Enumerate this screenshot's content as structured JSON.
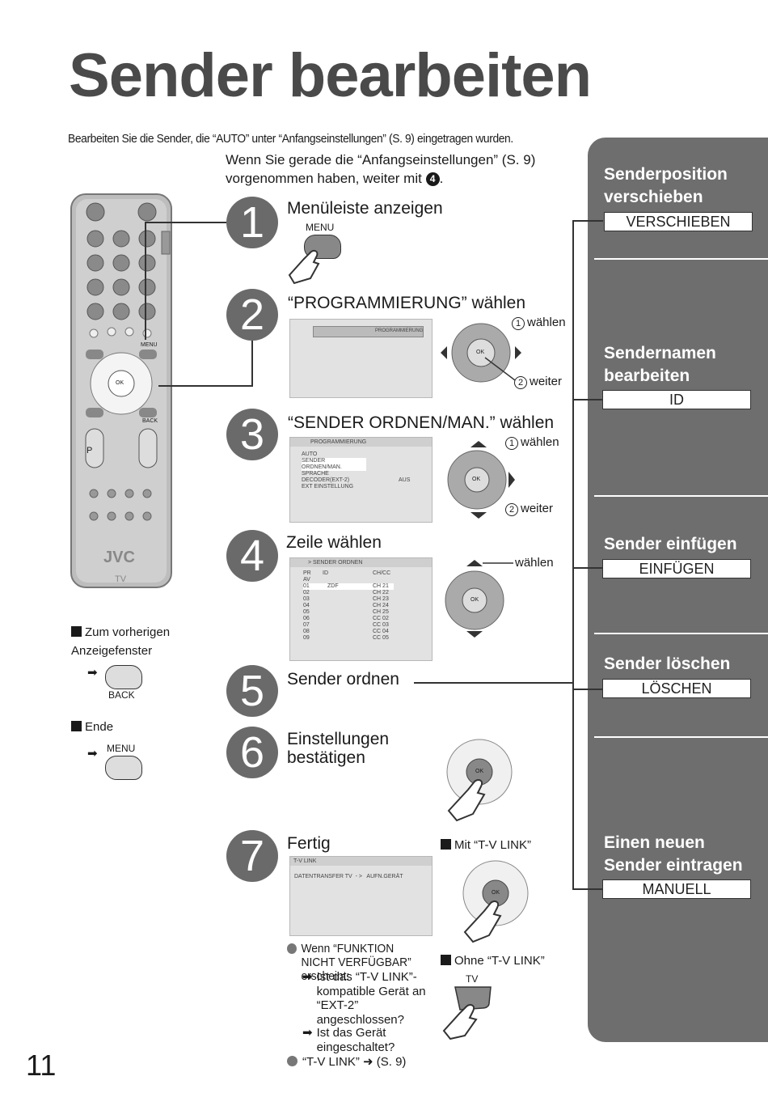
{
  "page": {
    "title": "Sender bearbeiten",
    "intro": "Bearbeiten Sie die Sender, die “AUTO” unter “Anfangseinstellungen” (S. 9) eingetragen wurden.",
    "intro2": "Wenn Sie gerade die “Anfangseinstellungen” (S. 9) vorgenommen haben, weiter mit",
    "intro2_badge": "4",
    "page_number": "11"
  },
  "remote": {
    "menu": "MENU",
    "ok": "OK",
    "back": "BACK",
    "p": "P",
    "brand": "JVC",
    "tv": "TV"
  },
  "left": {
    "prev_label": "Zum vorherigen Anzeigefenster",
    "prev_button": "BACK",
    "end_label": "Ende",
    "end_button": "MENU"
  },
  "steps": [
    {
      "num": "1",
      "title": "Menüleiste anzeigen",
      "button": "MENU"
    },
    {
      "num": "2",
      "title": "“PROGRAMMIERUNG” wählen",
      "screen_label": "PROGRAMMIERUNG",
      "a": "wählen",
      "b": "weiter",
      "ok": "OK"
    },
    {
      "num": "3",
      "title": "“SENDER ORDNEN/MAN.” wählen",
      "a": "wählen",
      "b": "weiter",
      "ok": "OK"
    },
    {
      "num": "4",
      "title": "Zeile wählen",
      "a": "wählen",
      "ok": "OK"
    },
    {
      "num": "5",
      "title": "Sender ordnen"
    },
    {
      "num": "6",
      "title": "Einstellungen bestätigen",
      "ok": "OK"
    },
    {
      "num": "7",
      "title": "Fertig",
      "ok": "OK"
    }
  ],
  "screen3": {
    "header": "PROGRAMMIERUNG",
    "rows": [
      {
        "label": "AUTO",
        "value": ""
      },
      {
        "label": "SENDER ORDNEN/MAN.",
        "value": ""
      },
      {
        "label": "SPRACHE",
        "value": ""
      },
      {
        "label": "DECODER(EXT-2)",
        "value": "AUS"
      },
      {
        "label": "EXT EINSTELLUNG",
        "value": ""
      }
    ]
  },
  "screen4": {
    "header": "> SENDER ORDNEN",
    "col_pr": "PR",
    "col_id": "ID",
    "col_ch": "CH/CC",
    "rows": [
      {
        "pr": "AV",
        "id": "",
        "ch": ""
      },
      {
        "pr": "01",
        "id": "ZDF",
        "ch": "CH 21"
      },
      {
        "pr": "02",
        "id": "",
        "ch": "CH 22"
      },
      {
        "pr": "03",
        "id": "",
        "ch": "CH 23"
      },
      {
        "pr": "04",
        "id": "",
        "ch": "CH 24"
      },
      {
        "pr": "05",
        "id": "",
        "ch": "CH 25"
      },
      {
        "pr": "06",
        "id": "",
        "ch": "CC 02"
      },
      {
        "pr": "07",
        "id": "",
        "ch": "CC 03"
      },
      {
        "pr": "08",
        "id": "",
        "ch": "CC 04"
      },
      {
        "pr": "09",
        "id": "",
        "ch": "CC 05"
      }
    ]
  },
  "screen7": {
    "header": "T-V LINK",
    "line": "DATENTRANSFER TV  - >   AUFN.GERÄT"
  },
  "step7_extra": {
    "with_tvlink": "Mit “T-V LINK”",
    "without_tvlink": "Ohne “T-V LINK”",
    "tv_button": "TV",
    "warn_intro": "Wenn “FUNKTION NICHT VERFÜGBAR” erscheint:",
    "warn_q1": "Ist das “T-V LINK”-kompatible Gerät an “EXT-2” angeschlossen?",
    "warn_q2": "Ist das Gerät eingeschaltet?",
    "ref": "“T-V LINK” ➜ (S. 9)"
  },
  "sidebar": [
    {
      "title": "Senderposition verschieben",
      "button": "VERSCHIEBEN"
    },
    {
      "title": "Sendernamen bearbeiten",
      "button": "ID"
    },
    {
      "title": "Sender einfügen",
      "button": "EINFÜGEN"
    },
    {
      "title": "Sender löschen",
      "button": "LÖSCHEN"
    },
    {
      "title": "Einen neuen Sender eintragen",
      "button": "MANUELL"
    }
  ],
  "colors": {
    "sidebar": "#6e6e6e",
    "step_circle": "#6a6a6a",
    "title": "#4a4a4a"
  }
}
